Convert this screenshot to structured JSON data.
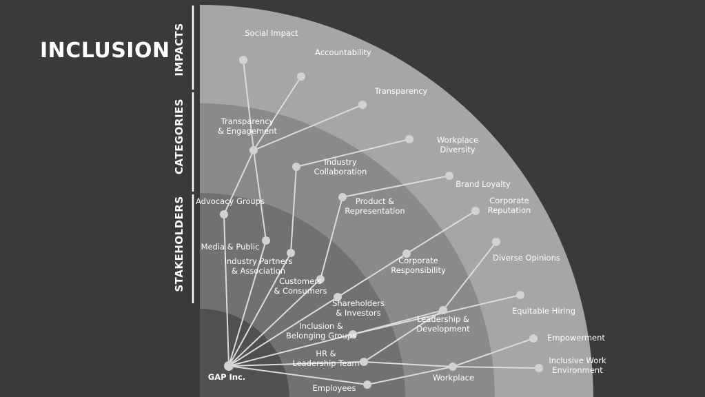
{
  "title": "INCLUSION",
  "bands": {
    "impacts": "IMPACTS",
    "categories": "CATEGORIES",
    "stakeholders": "STAKEHOLDERS"
  },
  "colors": {
    "background": "#3a3a3a",
    "outer_ring": "#a6a6a6",
    "middle_ring": "#8a8a8a",
    "inner_ring": "#717171",
    "core": "#505050",
    "node": "#d2d2d2",
    "line": "#dcdcdc",
    "text": "#ffffff"
  },
  "root": {
    "id": "gap",
    "label": "GAP Inc."
  },
  "stakeholders": [
    {
      "id": "advocacy",
      "label": "Advocacy Groups",
      "parent": "gap"
    },
    {
      "id": "media",
      "label": "Media & Public",
      "parent": "gap"
    },
    {
      "id": "partners",
      "label": "Industry Partners & Association",
      "parent": "gap"
    },
    {
      "id": "customers",
      "label": "Customers & Consumers",
      "parent": "gap"
    },
    {
      "id": "shareholders",
      "label": "Shareholders & Investors",
      "parent": "gap"
    },
    {
      "id": "inclusion_groups",
      "label": "Inclusion & Belonging Groups",
      "parent": "gap"
    },
    {
      "id": "hr",
      "label": "HR & Leadership Team",
      "parent": "gap"
    },
    {
      "id": "employees",
      "label": "Employees",
      "parent": "gap"
    }
  ],
  "categories": [
    {
      "id": "transparency_engagement",
      "label": "Transparency & Engagement",
      "parents": [
        "advocacy",
        "media"
      ]
    },
    {
      "id": "industry_collab",
      "label": "Industry Collaboration",
      "parents": [
        "partners"
      ]
    },
    {
      "id": "product_rep",
      "label": "Product & Representation",
      "parents": [
        "customers"
      ]
    },
    {
      "id": "corp_resp",
      "label": "Corporate Responsibility",
      "parents": [
        "shareholders"
      ]
    },
    {
      "id": "leadership_dev",
      "label": "Leadership & Development",
      "parents": [
        "inclusion_groups",
        "hr"
      ]
    },
    {
      "id": "workplace",
      "label": "Workplace",
      "parents": [
        "hr",
        "employees"
      ]
    }
  ],
  "impacts": [
    {
      "id": "social_impact",
      "label": "Social Impact",
      "parent": "transparency_engagement"
    },
    {
      "id": "accountability",
      "label": "Accountability",
      "parent": "transparency_engagement"
    },
    {
      "id": "transparency",
      "label": "Transparency",
      "parent": "transparency_engagement"
    },
    {
      "id": "workplace_diversity",
      "label": "Workplace Diversity",
      "parent": "industry_collab"
    },
    {
      "id": "brand_loyalty",
      "label": "Brand Loyalty",
      "parent": "product_rep"
    },
    {
      "id": "corp_reputation",
      "label": "Corporate Reputation",
      "parent": "corp_resp"
    },
    {
      "id": "diverse_opinions",
      "label": "Diverse Opinions",
      "parent": "leadership_dev"
    },
    {
      "id": "equitable_hiring",
      "label": "Equitable Hiring",
      "parent": "inclusion_groups"
    },
    {
      "id": "empowerment",
      "label": "Empowerment",
      "parent": "workplace"
    },
    {
      "id": "inclusive_work_env",
      "label": "Inclusive Work Environment",
      "parent": "workplace"
    }
  ]
}
